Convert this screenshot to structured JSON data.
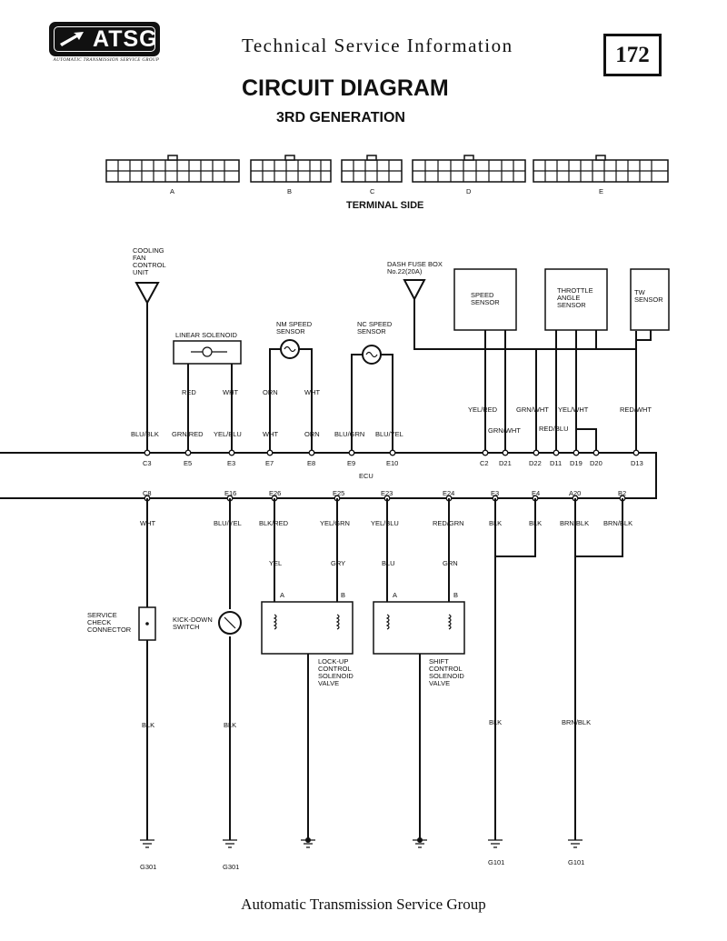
{
  "header": {
    "logo_text": "ATSG",
    "logo_caption": "AUTOMATIC TRANSMISSION SERVICE GROUP",
    "technical_title": "Technical Service Information",
    "page_number": "172",
    "main_title": "CIRCUIT DIAGRAM",
    "sub_title": "3RD GENERATION"
  },
  "connectors": {
    "labels": [
      "A",
      "B",
      "C",
      "D",
      "E"
    ],
    "caption": "TERMINAL SIDE"
  },
  "components": {
    "cooling_fan_unit": [
      "COOLING",
      "FAN",
      "CONTROL",
      "UNIT"
    ],
    "linear_solenoid": "LINEAR SOLENOID",
    "nm_speed_sensor": [
      "NM SPEED",
      "SENSOR"
    ],
    "nc_speed_sensor": [
      "NC SPEED",
      "SENSOR"
    ],
    "dash_fuse_box": [
      "DASH FUSE BOX",
      "No.22(20A)"
    ],
    "speed_sensor": [
      "SPEED",
      "SENSOR"
    ],
    "throttle_sensor": [
      "THROTTLE",
      "ANGLE",
      "SENSOR"
    ],
    "tw_sensor": [
      "TW",
      "SENSOR"
    ],
    "ecu": "ECU",
    "service_check": [
      "SERVICE",
      "CHECK",
      "CONNECTOR"
    ],
    "kickdown_switch": [
      "KICK-DOWN",
      "SWITCH"
    ],
    "lockup_valve": [
      "LOCK-UP",
      "CONTROL",
      "SOLENOID",
      "VALVE"
    ],
    "shift_valve": [
      "SHIFT",
      "CONTROL",
      "SOLENOID",
      "VALVE"
    ]
  },
  "wire_colors_top": {
    "red": "RED",
    "wht": "WHT",
    "orn": "ORN",
    "wht2": "WHT",
    "yel_red": "YEL/RED",
    "grn_wht": "GRN/WHT",
    "yel_wht": "YEL/WHT",
    "red_wht": "RED/WHT",
    "grn_wht2": "GRN/WHT",
    "red_blu": "RED/BLU"
  },
  "top_wires": [
    "BLU/BLK",
    "GRN/RED",
    "YEL/BLU",
    "WHT",
    "ORN",
    "BLU/GRN",
    "BLU/YEL"
  ],
  "top_pins": [
    "C3",
    "E5",
    "E3",
    "E7",
    "E8",
    "E9",
    "E10",
    "C2",
    "D21",
    "D22",
    "D11",
    "D19",
    "D20",
    "D13"
  ],
  "bottom_pins": [
    "C8",
    "E16",
    "E26",
    "E25",
    "E23",
    "E24",
    "E3",
    "E4",
    "A20",
    "B2"
  ],
  "bottom_wires": [
    "WHT",
    "BLU/YEL",
    "BLK/RED",
    "YEL/GRN",
    "YEL/BLU",
    "RED/GRN",
    "BLK",
    "BLK",
    "BRN/BLK",
    "BRN/BLK"
  ],
  "mid_wires": [
    "YEL",
    "GRY",
    "BLU",
    "GRN"
  ],
  "solenoid_terminals": [
    "A",
    "B",
    "A",
    "B"
  ],
  "lower_wires": [
    "BLK",
    "BLK",
    "BLK",
    "BRN/BLK"
  ],
  "grounds": [
    "G301",
    "G301",
    "G101",
    "G101"
  ],
  "footer": "Automatic Transmission Service Group"
}
